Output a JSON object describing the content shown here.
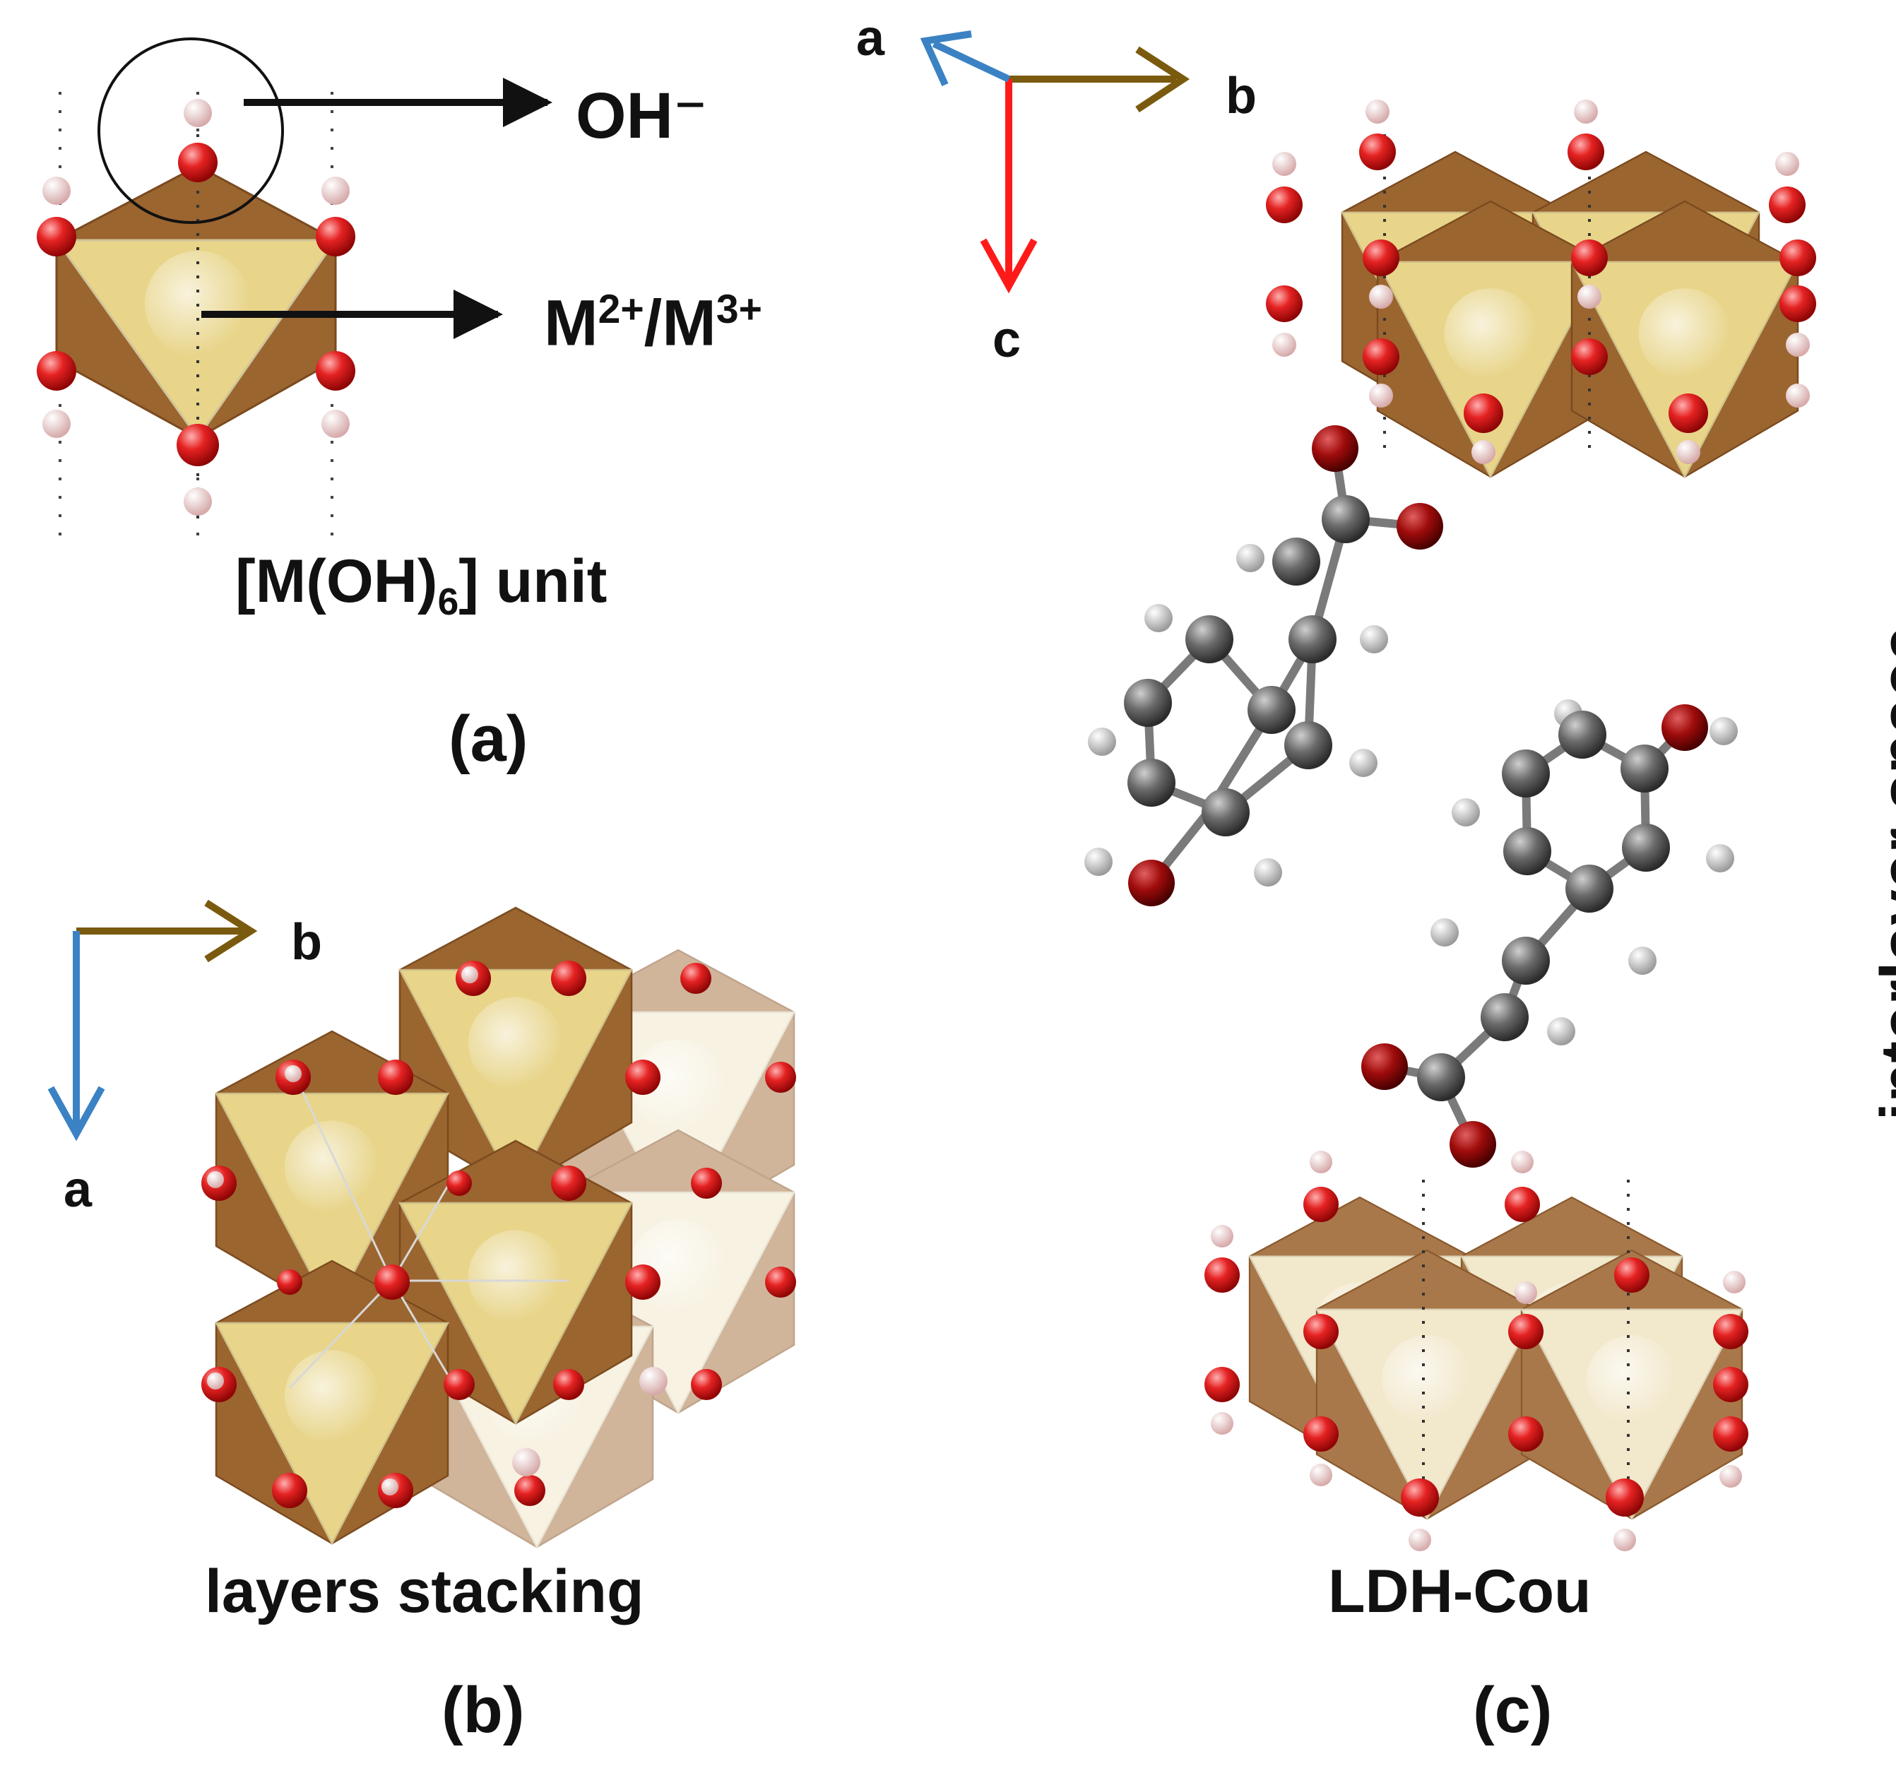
{
  "panel_a": {
    "oh_label": "OH⁻",
    "metal_label": {
      "base": "M",
      "sup1": "2+",
      "sep": "/M",
      "sup2": "3+"
    },
    "unit_label": {
      "pre": "[M(OH)",
      "sub": "6",
      "post": "] unit"
    },
    "caption": "(a)"
  },
  "panel_b": {
    "axis_b": "b",
    "axis_a": "a",
    "title": "layers stacking",
    "caption": "(b)"
  },
  "panel_c": {
    "axis_a": "a",
    "axis_b": "b",
    "axis_c": "c",
    "interlayer_label": "interlayer space",
    "title": "LDH-Cou",
    "caption": "(c)"
  },
  "colors": {
    "oxygen": "#e01f1f",
    "hydrogen": "#f2cccc",
    "octahedron_dark": "#9b6530",
    "octahedron_face": "#e8d58a",
    "octahedron_light": "#f1e6c4",
    "carbon": "#555555",
    "mol_oxygen": "#8b0000",
    "axis_a_blue": "#3b82c4",
    "axis_b_olive": "#7a5a0e",
    "axis_c_red": "#ff1a1a"
  }
}
